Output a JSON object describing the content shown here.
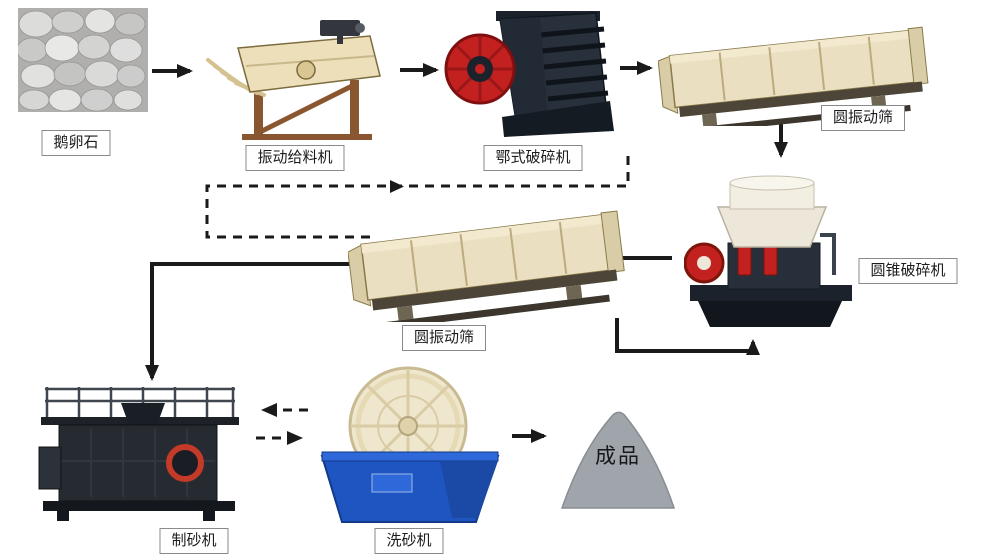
{
  "labels": {
    "pebbles": "鹅卵石",
    "vibrating_feeder": "振动给料机",
    "jaw_crusher": "鄂式破碎机",
    "circular_screen_top": "圆振动筛",
    "cone_crusher": "圆锥破碎机",
    "circular_screen_mid": "圆振动筛",
    "sand_maker": "制砂机",
    "sand_washer": "洗砂机",
    "final_product": "成品"
  },
  "colors": {
    "arrow_black": "#1a1a1a",
    "machine_red": "#c32020",
    "feeder_cream": "#ecdfba",
    "screen_cream": "#eadfc0",
    "washer_blue": "#1e55c1",
    "dark_steel": "#28303c",
    "pile_gray": "#a0a5ab"
  },
  "flow": {
    "solid": [
      {
        "from": "鹅卵石",
        "to": "振动给料机"
      },
      {
        "from": "振动给料机",
        "to": "鄂式破碎机"
      },
      {
        "from": "鄂式破碎机",
        "to": "圆振动筛"
      },
      {
        "from": "圆振动筛",
        "to": "圆锥破碎机"
      },
      {
        "from": "圆锥破碎机",
        "to": "圆振动筛"
      },
      {
        "from": "圆振动筛",
        "to": "制砂机"
      },
      {
        "from": "圆振动筛",
        "to": "圆锥破碎机"
      },
      {
        "from": "洗砂机",
        "to": "成品"
      }
    ],
    "dashed": [
      {
        "from": "圆振动筛",
        "to": "鄂式破碎机"
      },
      {
        "from": "洗砂机",
        "to": "制砂机"
      },
      {
        "from": "制砂机",
        "to": "洗砂机"
      }
    ]
  }
}
